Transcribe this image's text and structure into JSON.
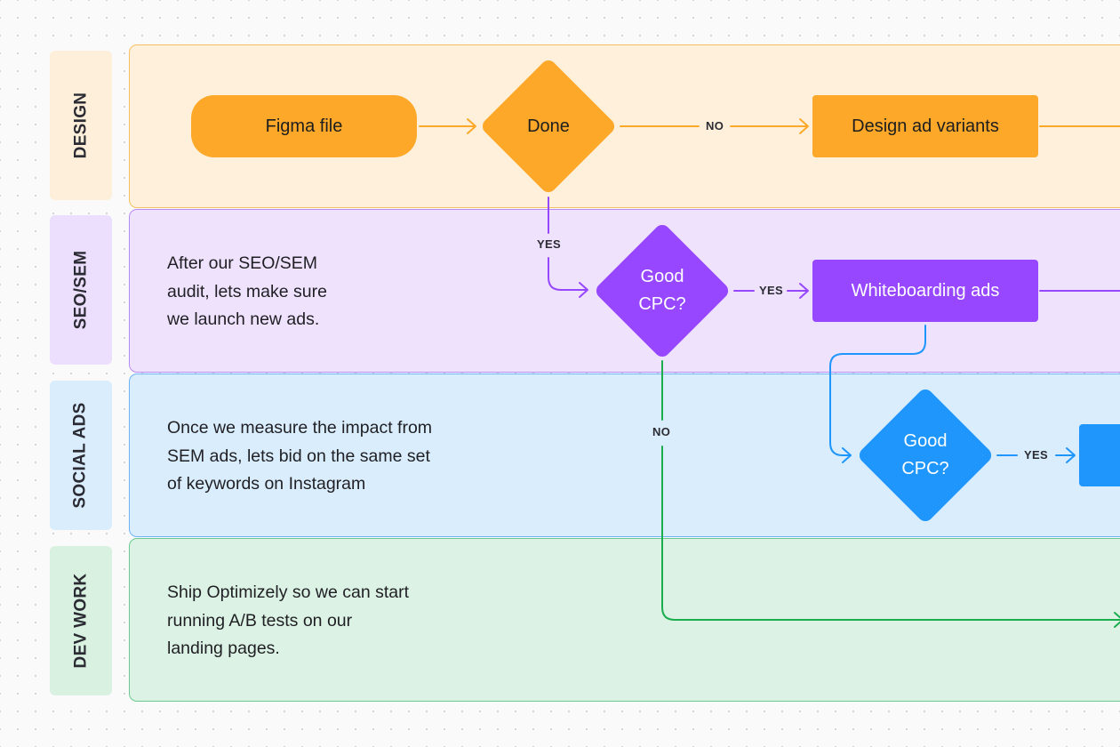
{
  "colors": {
    "design": "#fda829",
    "seo": "#9747ff",
    "social": "#1e96fc",
    "dev": "#1aad4d"
  },
  "lanes": {
    "design": {
      "label": "DESIGN"
    },
    "seo": {
      "label": "SEO/SEM",
      "note": [
        "After our SEO/SEM",
        "audit, lets make sure",
        "we launch new ads."
      ]
    },
    "social": {
      "label": "SOCIAL ADS",
      "note": [
        "Once we measure the impact from",
        "SEM ads, lets bid on the same set",
        "of keywords on Instagram"
      ]
    },
    "dev": {
      "label": "DEV WORK",
      "note": [
        "Ship Optimizely so we can start",
        "running A/B tests on our",
        "landing pages."
      ]
    }
  },
  "nodes": {
    "figma_file": "Figma file",
    "done": "Done",
    "design_ad_variants": "Design ad variants",
    "good_cpc_seo": [
      "Good",
      "CPC?"
    ],
    "whiteboarding_ads": "Whiteboarding ads",
    "good_cpc_social": [
      "Good",
      "CPC?"
    ]
  },
  "edge_labels": {
    "done_no": "NO",
    "done_yes": "YES",
    "seo_cpc_yes": "YES",
    "seo_cpc_no": "NO",
    "social_cpc_yes": "YES"
  }
}
